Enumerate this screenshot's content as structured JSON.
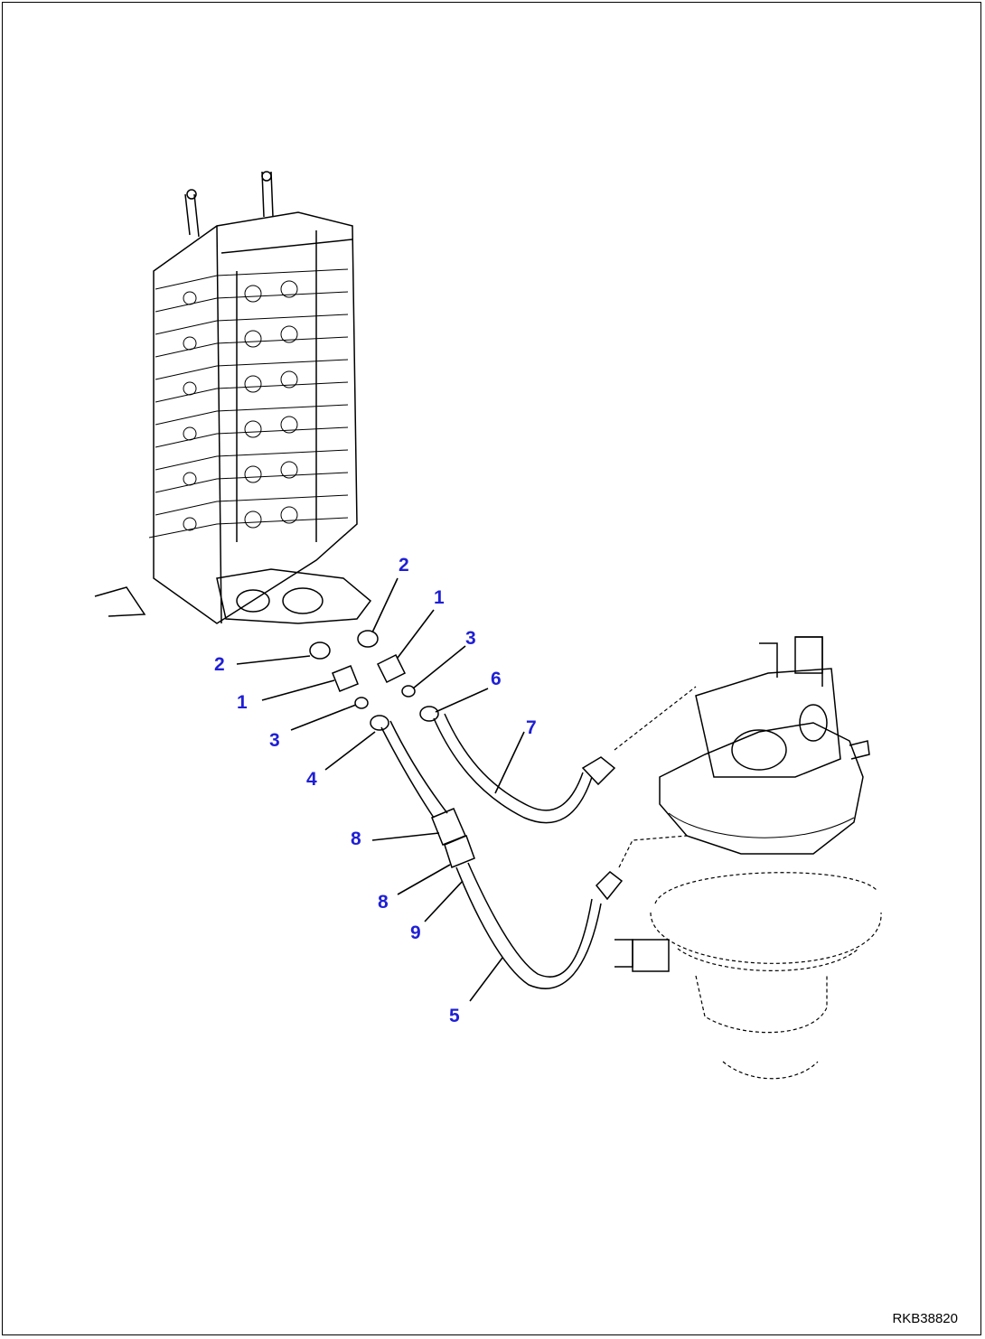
{
  "figure_code": "RKB38820",
  "callouts": [
    "2",
    "1",
    "3",
    "6",
    "7",
    "2",
    "1",
    "3",
    "4",
    "8",
    "8",
    "9",
    "5"
  ],
  "colors": {
    "callout": "#1f1fd6",
    "line": "#000000",
    "background": "#ffffff"
  }
}
